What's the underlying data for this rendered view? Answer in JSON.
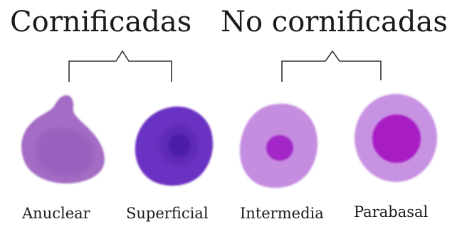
{
  "headings": {
    "left": "Cornificadas",
    "right": "No cornificadas"
  },
  "cells": [
    {
      "label": "Anuclear",
      "cytoplasm_color": "#a46cc4",
      "inner_color": "#9a5fbd",
      "nucleus_color": null
    },
    {
      "label": "Superficial",
      "cytoplasm_color": "#6b32c2",
      "inner_color": "#5a26b2",
      "nucleus_color": "#4b1aa8"
    },
    {
      "label": "Intermedia",
      "cytoplasm_color": "#c58de0",
      "inner_color": null,
      "nucleus_color": "#a426c8"
    },
    {
      "label": "Parabasal",
      "cytoplasm_color": "#c892e2",
      "inner_color": null,
      "nucleus_color": "#a81ec4"
    }
  ],
  "colors": {
    "text": "#1a1a1a",
    "bracket": "#333333",
    "background": "#ffffff"
  }
}
